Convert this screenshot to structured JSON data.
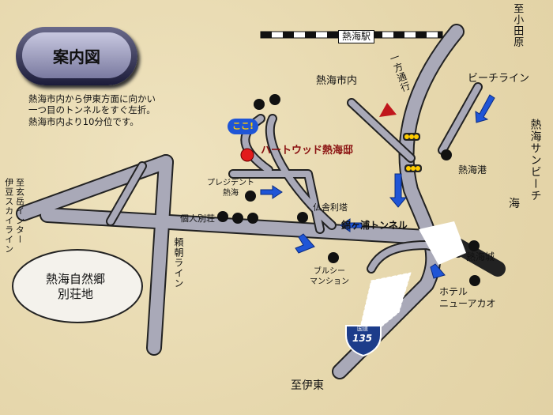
{
  "title": "案内図",
  "directions": [
    "熱海市内から伊東方面に向かい",
    "一つ目のトンネルをすぐ左折。",
    "熱海市内より10分位です。"
  ],
  "labels": {
    "station": "熱海駅",
    "odawara": "至小田原",
    "atami_city": "熱海市内",
    "one_way": "一方通行",
    "beach_line": "ビーチライン",
    "sun_beach": "熱海サンビーチ",
    "sea": "海",
    "port": "熱海港",
    "here": "ここ!",
    "destination": "ハートウッド熱海邸",
    "president": "プレジデント\n熱海",
    "pagoda": "仏舎利塔",
    "private_villa": "個人別荘",
    "tunnel": "錦ヶ浦トンネル",
    "castle": "熱海城",
    "skyline": "至玄岳インター\n伊豆スカイライン",
    "yoritomo": "頼朝ライン",
    "villa_area": "熱海自然郷\n別荘地",
    "bullsea": "ブルシー\nマンション",
    "hotel": "ホテル\nニューアカオ",
    "route_label": "国道",
    "route_number": "135",
    "ito": "至伊東"
  },
  "colors": {
    "road": "#a9a9b8",
    "arrow": "#1f55d6",
    "here": "#e21b1b"
  }
}
